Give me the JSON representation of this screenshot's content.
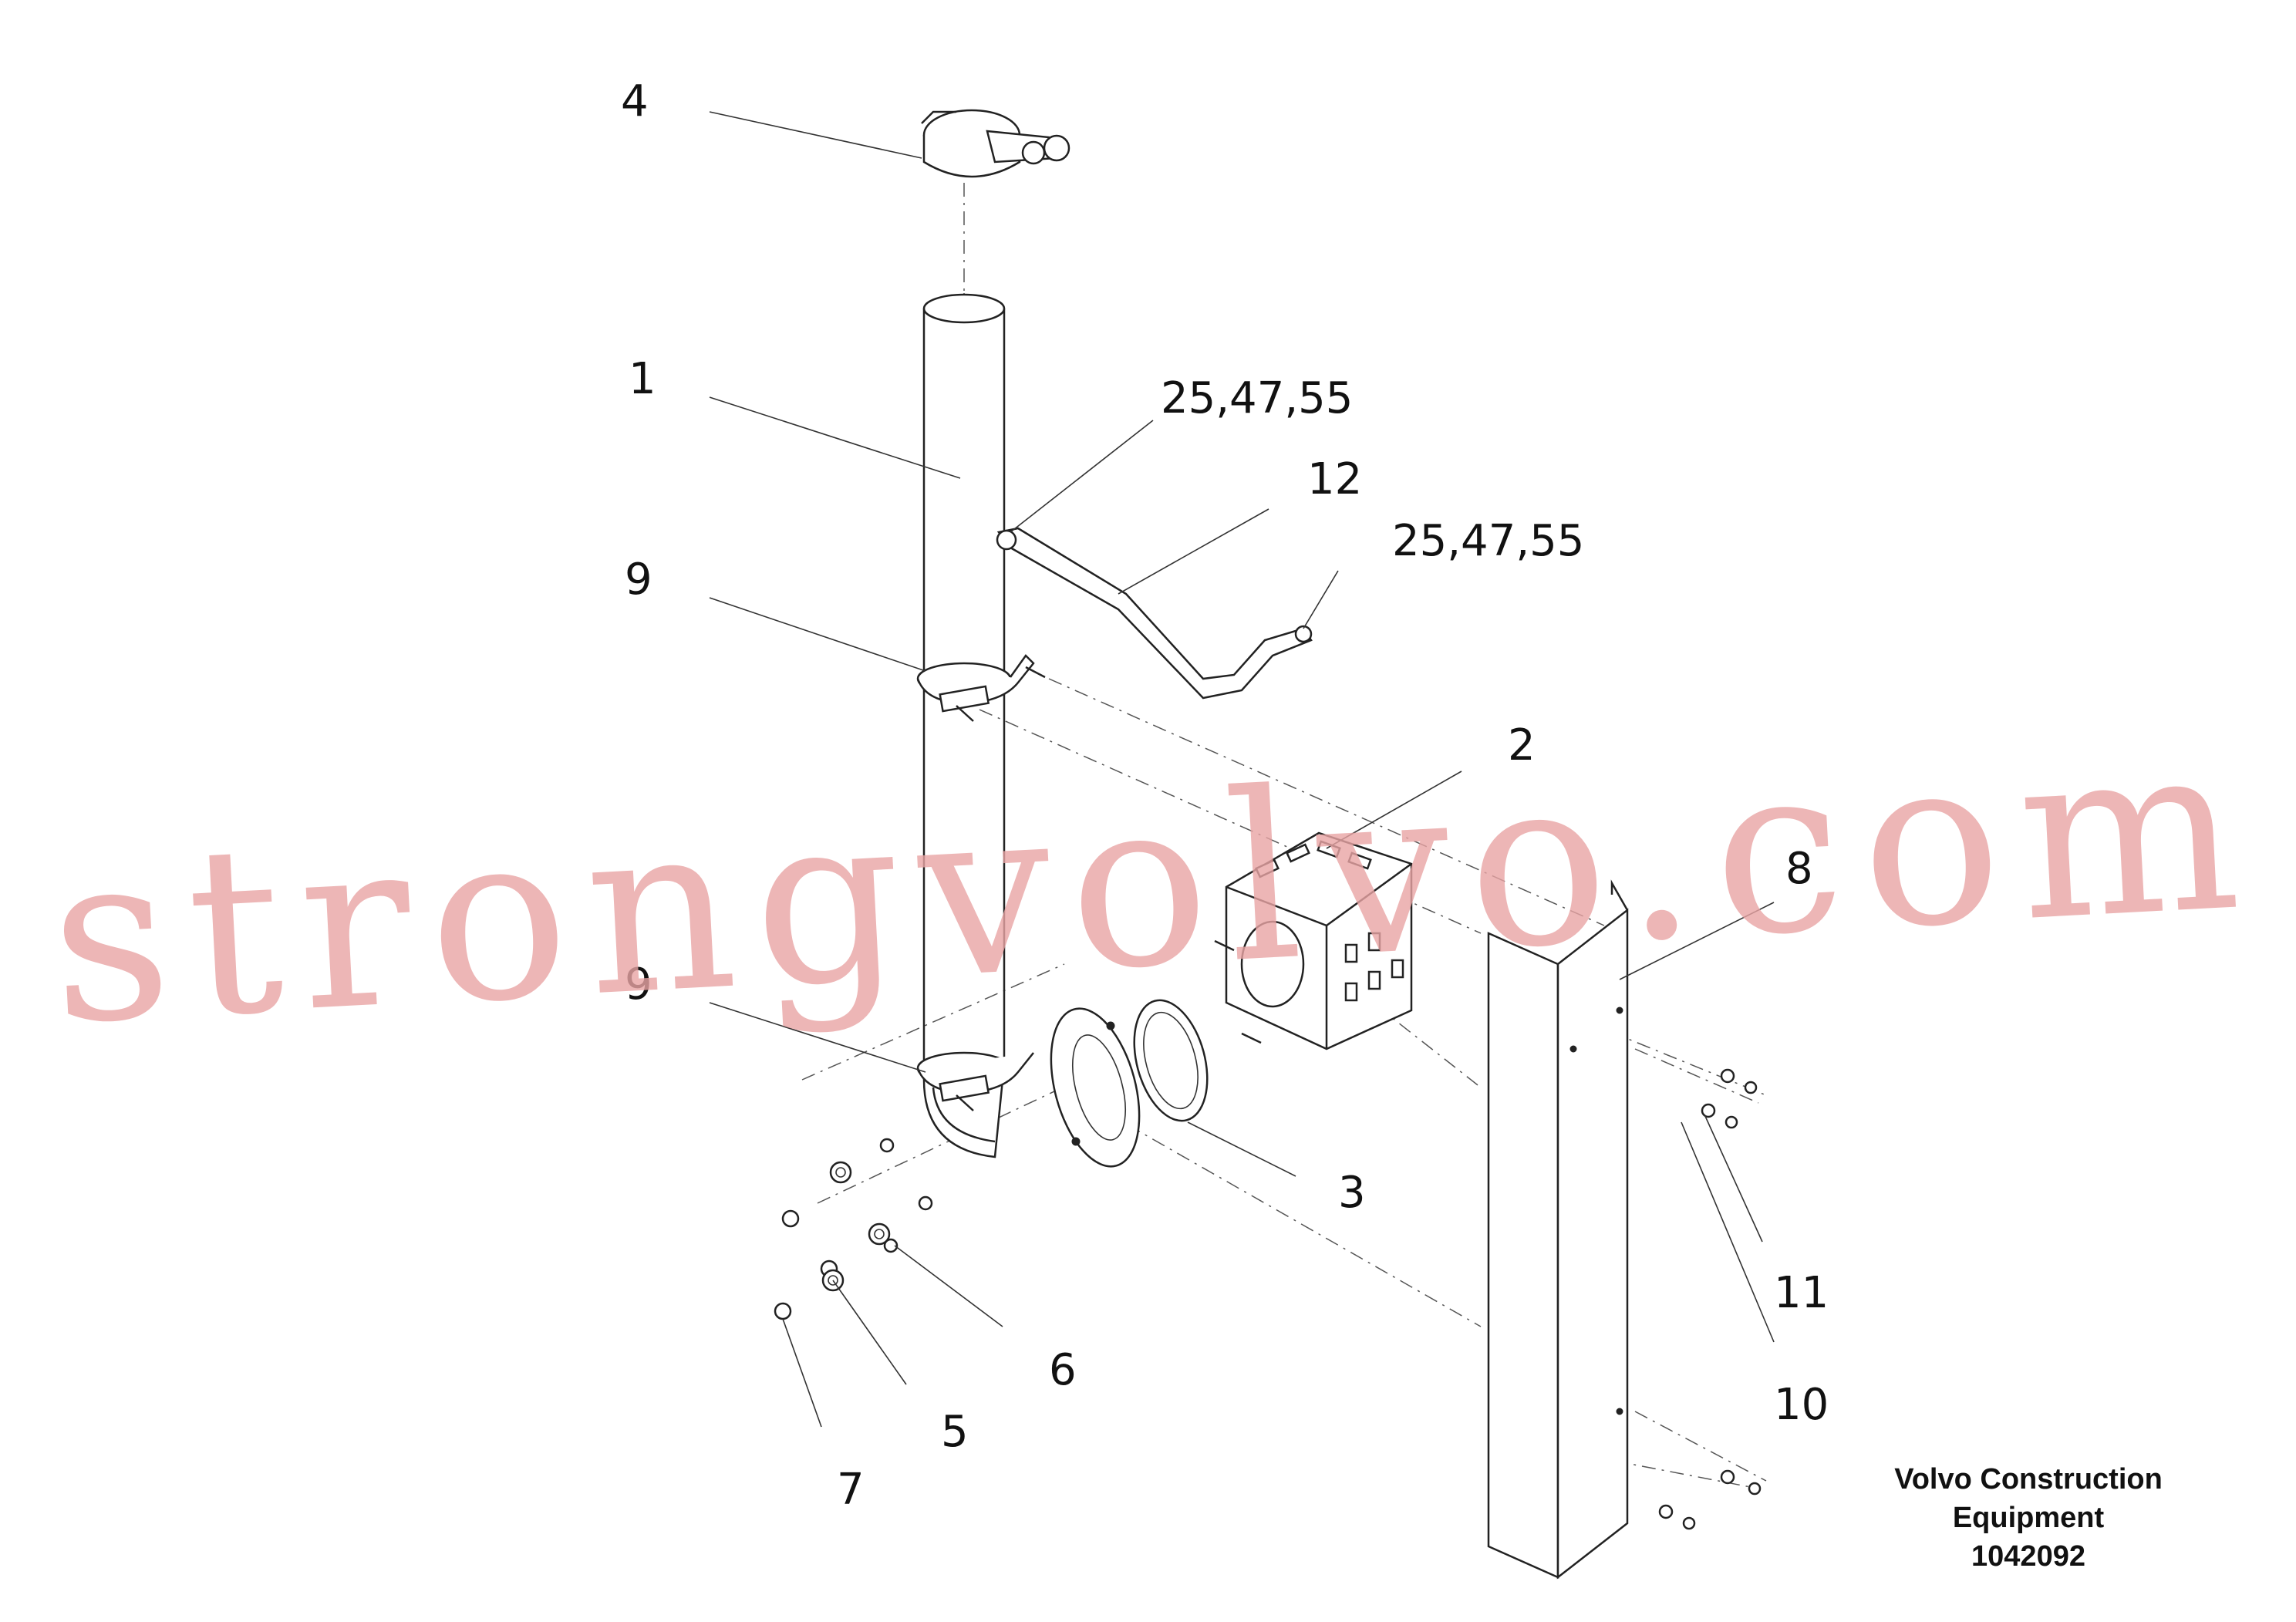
{
  "callouts": {
    "c4": "4",
    "c1": "1",
    "c25a": "25,47,55",
    "c12": "12",
    "c25b": "25,47,55",
    "c9a": "9",
    "c2": "2",
    "c8": "8",
    "c9b": "9",
    "c3": "3",
    "c6": "6",
    "c5": "5",
    "c7": "7",
    "c11": "11",
    "c10": "10"
  },
  "brand": {
    "line1": "Volvo Construction",
    "line2": "Equipment",
    "line3": "1042092"
  },
  "watermark": "strongvolvo.com",
  "colors": {
    "watermark": "#e9a4a4",
    "lines": "#222222"
  }
}
